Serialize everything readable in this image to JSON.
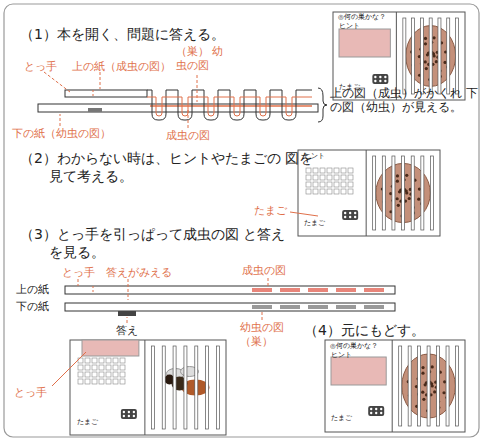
{
  "diagram": {
    "labels": [
      "（1）本を開く、問題に答える。",
      "とっ手",
      "上の紙（成虫の図）",
      "（巣） 幼虫の図",
      "上の図（成虫）がかくれ 下の図（幼虫）が見える。",
      "下の紙（幼虫の図）",
      "成虫の図",
      "◎何の巣かな？",
      "ヒント",
      "たまご",
      "（2）わからない時は、ヒントやたまごの 図を見て考える。",
      "ヒント",
      "たまご",
      "たまご",
      "（3）とっ手を引っぱって成虫の図 と答えを見る。",
      "とっ手",
      "答えがみえる",
      "成虫の図",
      "上の紙",
      "下の紙",
      "答え",
      "幼虫の図 （巣）",
      "とっ手",
      "たまご",
      "（4）元にもどす。",
      "◎何の巣かな？",
      "ヒント",
      "たまご"
    ]
  }
}
